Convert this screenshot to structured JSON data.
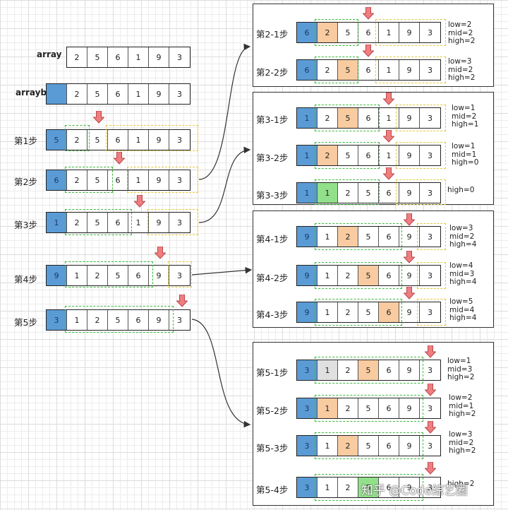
{
  "left": {
    "array": {
      "label": "array",
      "cells": [
        "2",
        "5",
        "6",
        "1",
        "9",
        "3"
      ]
    },
    "arrayb": {
      "label": "arrayb",
      "cells": [
        "",
        "2",
        "5",
        "6",
        "1",
        "9",
        "3"
      ]
    },
    "steps": [
      {
        "label": "第1步",
        "cells": [
          "5",
          "2",
          "5",
          "6",
          "1",
          "9",
          "3"
        ]
      },
      {
        "label": "第2步",
        "cells": [
          "6",
          "2",
          "5",
          "6",
          "1",
          "9",
          "3"
        ]
      },
      {
        "label": "第3步",
        "cells": [
          "1",
          "2",
          "5",
          "6",
          "1",
          "9",
          "3"
        ]
      },
      {
        "label": "第4步",
        "cells": [
          "9",
          "1",
          "2",
          "5",
          "6",
          "9",
          "3"
        ]
      },
      {
        "label": "第5步",
        "cells": [
          "3",
          "1",
          "2",
          "5",
          "6",
          "9",
          "3"
        ]
      }
    ]
  },
  "panels": [
    {
      "rows": [
        {
          "label": "第2-1步",
          "cells": [
            "6",
            "2",
            "5",
            "6",
            "1",
            "9",
            "3"
          ],
          "notes": [
            "low=2",
            "mid=2",
            "high=2"
          ]
        },
        {
          "label": "第2-2步",
          "cells": [
            "6",
            "2",
            "5",
            "6",
            "1",
            "9",
            "3"
          ],
          "notes": [
            "low=3",
            "mid=2",
            "high=2"
          ]
        }
      ]
    },
    {
      "rows": [
        {
          "label": "第3-1步",
          "cells": [
            "1",
            "2",
            "5",
            "6",
            "1",
            "9",
            "3"
          ],
          "notes": [
            "low=1",
            "mid=2",
            "high=1"
          ]
        },
        {
          "label": "第3-2步",
          "cells": [
            "1",
            "2",
            "5",
            "6",
            "1",
            "9",
            "3"
          ],
          "notes": [
            "low=1",
            "mid=1",
            "high=0"
          ]
        },
        {
          "label": "第3-3步",
          "cells": [
            "1",
            "1",
            "2",
            "5",
            "6",
            "9",
            "3"
          ],
          "notes": [
            "high=0"
          ]
        }
      ]
    },
    {
      "rows": [
        {
          "label": "第4-1步",
          "cells": [
            "9",
            "1",
            "2",
            "5",
            "6",
            "9",
            "3"
          ],
          "notes": [
            "low=3",
            "mid=2",
            "high=4"
          ]
        },
        {
          "label": "第4-2步",
          "cells": [
            "9",
            "1",
            "2",
            "5",
            "6",
            "9",
            "3"
          ],
          "notes": [
            "low=4",
            "mid=3",
            "high=4"
          ]
        },
        {
          "label": "第4-3步",
          "cells": [
            "9",
            "1",
            "2",
            "5",
            "6",
            "9",
            "3"
          ],
          "notes": [
            "low=5",
            "mid=4",
            "high=4"
          ]
        }
      ]
    },
    {
      "rows": [
        {
          "label": "第5-1步",
          "cells": [
            "3",
            "1",
            "2",
            "5",
            "6",
            "9",
            "3"
          ],
          "notes": [
            "low=1",
            "mid=3",
            "high=2"
          ]
        },
        {
          "label": "第5-2步",
          "cells": [
            "3",
            "1",
            "2",
            "5",
            "6",
            "9",
            "3"
          ],
          "notes": [
            "low=2",
            "mid=1",
            "high=2"
          ]
        },
        {
          "label": "第5-3步",
          "cells": [
            "3",
            "1",
            "2",
            "5",
            "6",
            "9",
            "3"
          ],
          "notes": [
            "low=3",
            "mid=2",
            "high=2"
          ]
        },
        {
          "label": "第5-4步",
          "cells": [
            "3",
            "1",
            "2",
            "5",
            "6",
            "9",
            "3"
          ],
          "notes": [
            "high=2"
          ]
        }
      ]
    }
  ],
  "watermark": "知乎 @Code综艺圈",
  "colors": {
    "blue": "#5b9bd5",
    "orange": "#f8cba0",
    "gray": "#e0e0e0",
    "light_green": "#92e08a",
    "sorted_box": "#3cb83c",
    "unsorted_box": "#e0c93d",
    "marker": "#ef7e80"
  }
}
